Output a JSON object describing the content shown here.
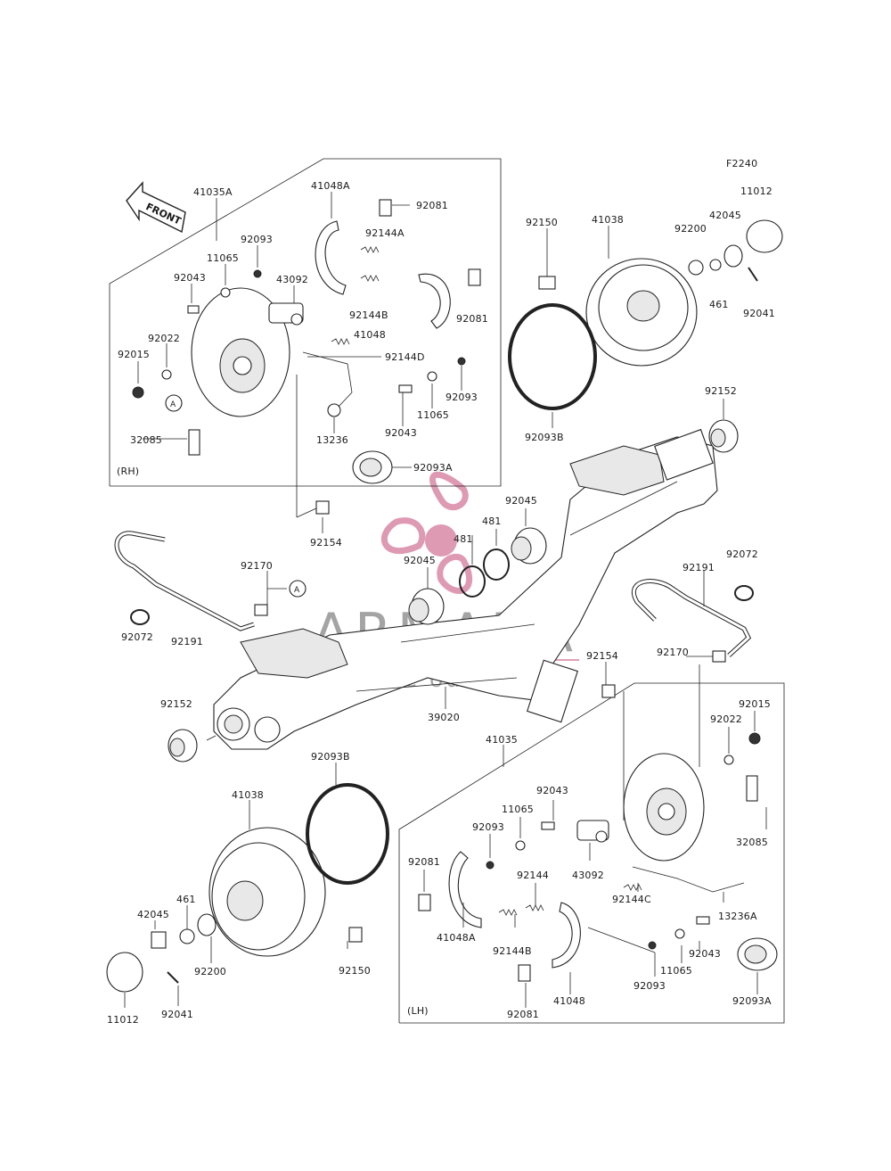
{
  "figure_code": "F2240",
  "front_label": "FRONT",
  "watermark": {
    "brand": "ARMADA",
    "tagline": "marine outboards",
    "accent": "#d4789a"
  },
  "groups": {
    "rh": "(RH)",
    "lh": "(LH)"
  },
  "refs": {
    "a": "A"
  },
  "labels": {
    "p41035A": "41035A",
    "p41048A_rh": "41048A",
    "p92081_rh_top": "92081",
    "p92093_rh_top": "92093",
    "p92144A": "92144A",
    "p11065_rh_top": "11065",
    "p43092_rh": "43092",
    "p92043_rh_top": "92043",
    "p92144B_rh": "92144B",
    "p92081_rh_mid": "92081",
    "p41048_rh": "41048",
    "p92022_rh": "92022",
    "p92015_rh": "92015",
    "p92144D": "92144D",
    "p92093_rh_low": "92093",
    "p11065_rh_low": "11065",
    "p92043_rh_low": "92043",
    "p13236": "13236",
    "p32085_rh": "32085",
    "p92093A_rh": "92093A",
    "p41038_top": "41038",
    "p92150_top": "92150",
    "p92200_top": "92200",
    "p42045_top": "42045",
    "p11012_top": "11012",
    "p461_top": "461",
    "p92041_top": "92041",
    "p92093B_top": "92093B",
    "p92152_top": "92152",
    "p92154_mid": "92154",
    "p92045_upper": "92045",
    "p481_upper": "481",
    "p481_lower": "481",
    "p92045_lower": "92045",
    "p92170_left": "92170",
    "p92072_left": "92072",
    "p92191_left": "92191",
    "p92191_right": "92191",
    "p92072_right": "92072",
    "p92170_right": "92170",
    "p92154_right": "92154",
    "p92152_left": "92152",
    "p39020": "39020",
    "p92093B_bot": "92093B",
    "p41035": "41035",
    "p92015_lh": "92015",
    "p92022_lh": "92022",
    "p41038_bot": "41038",
    "p32085_lh": "32085",
    "p92043_lh_top": "92043",
    "p11065_lh_top": "11065",
    "p92093_lh_top": "92093",
    "p92081_lh_top": "92081",
    "p43092_lh": "43092",
    "p92144": "92144",
    "p92144C": "92144C",
    "p13236A": "13236A",
    "p461_bot": "461",
    "p42045_bot": "42045",
    "p41048A_lh": "41048A",
    "p92144B_lh": "92144B",
    "p92200_bot": "92200",
    "p92150_bot": "92150",
    "p92043_lh_low": "92043",
    "p11065_lh_low": "11065",
    "p92093_lh_low": "92093",
    "p41048_lh": "41048",
    "p92093A_lh": "92093A",
    "p11012_bot": "11012",
    "p92041_bot": "92041",
    "p92081_lh_bot": "92081"
  }
}
